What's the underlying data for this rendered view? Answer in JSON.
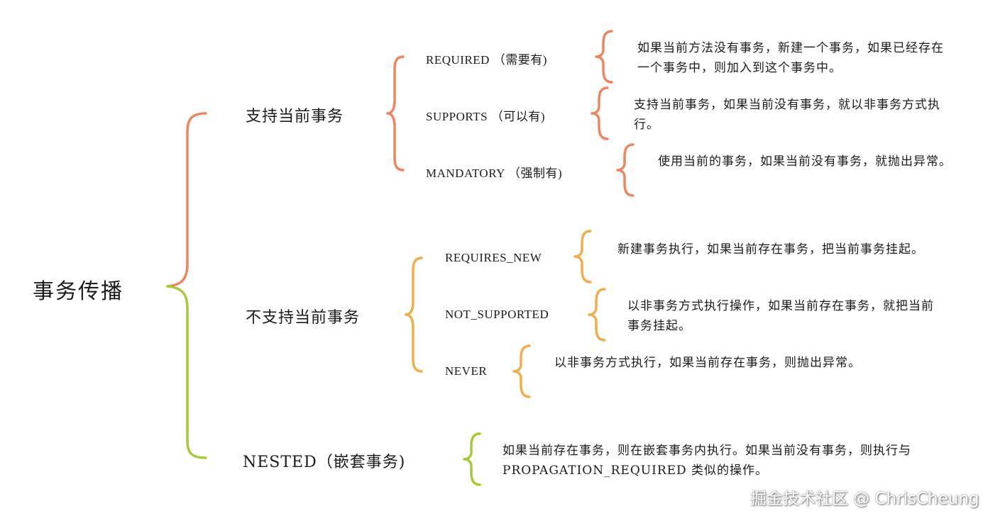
{
  "colors": {
    "red": "#ec8560",
    "orange": "#f0ad4e",
    "green": "#a8c83c"
  },
  "root": "事务传播",
  "categories": {
    "support": "支持当前事务",
    "nosupport": "不支持当前事务",
    "nested": "NESTED（嵌套事务)"
  },
  "modes": {
    "required": {
      "label": "REQUIRED （需要有)",
      "desc": "如果当前方法没有事务，新建一个事务，如果已经存在一个事务中，则加入到这个事务中。"
    },
    "supports": {
      "label": "SUPPORTS （可以有)",
      "desc": "支持当前事务，如果当前没有事务，就以非事务方式执行。"
    },
    "mandatory": {
      "label": "MANDATORY （强制有)",
      "desc": "使用当前的事务，如果当前没有事务，就抛出异常。"
    },
    "requires_new": {
      "label": "REQUIRES_NEW",
      "desc": "新建事务执行，如果当前存在事务，把当前事务挂起。"
    },
    "not_supported": {
      "label": "NOT_SUPPORTED",
      "desc": "以非事务方式执行操作，如果当前存在事务，就把当前事务挂起。"
    },
    "never": {
      "label": "NEVER",
      "desc": "以非事务方式执行，如果当前存在事务，则抛出异常。"
    }
  },
  "nested_desc": "如果当前存在事务，则在嵌套事务内执行。如果当前没有事务，则执行与 PROPAGATION_REQUIRED 类似的操作。",
  "watermark": "掘金技术社区 @ ChrisCheung"
}
